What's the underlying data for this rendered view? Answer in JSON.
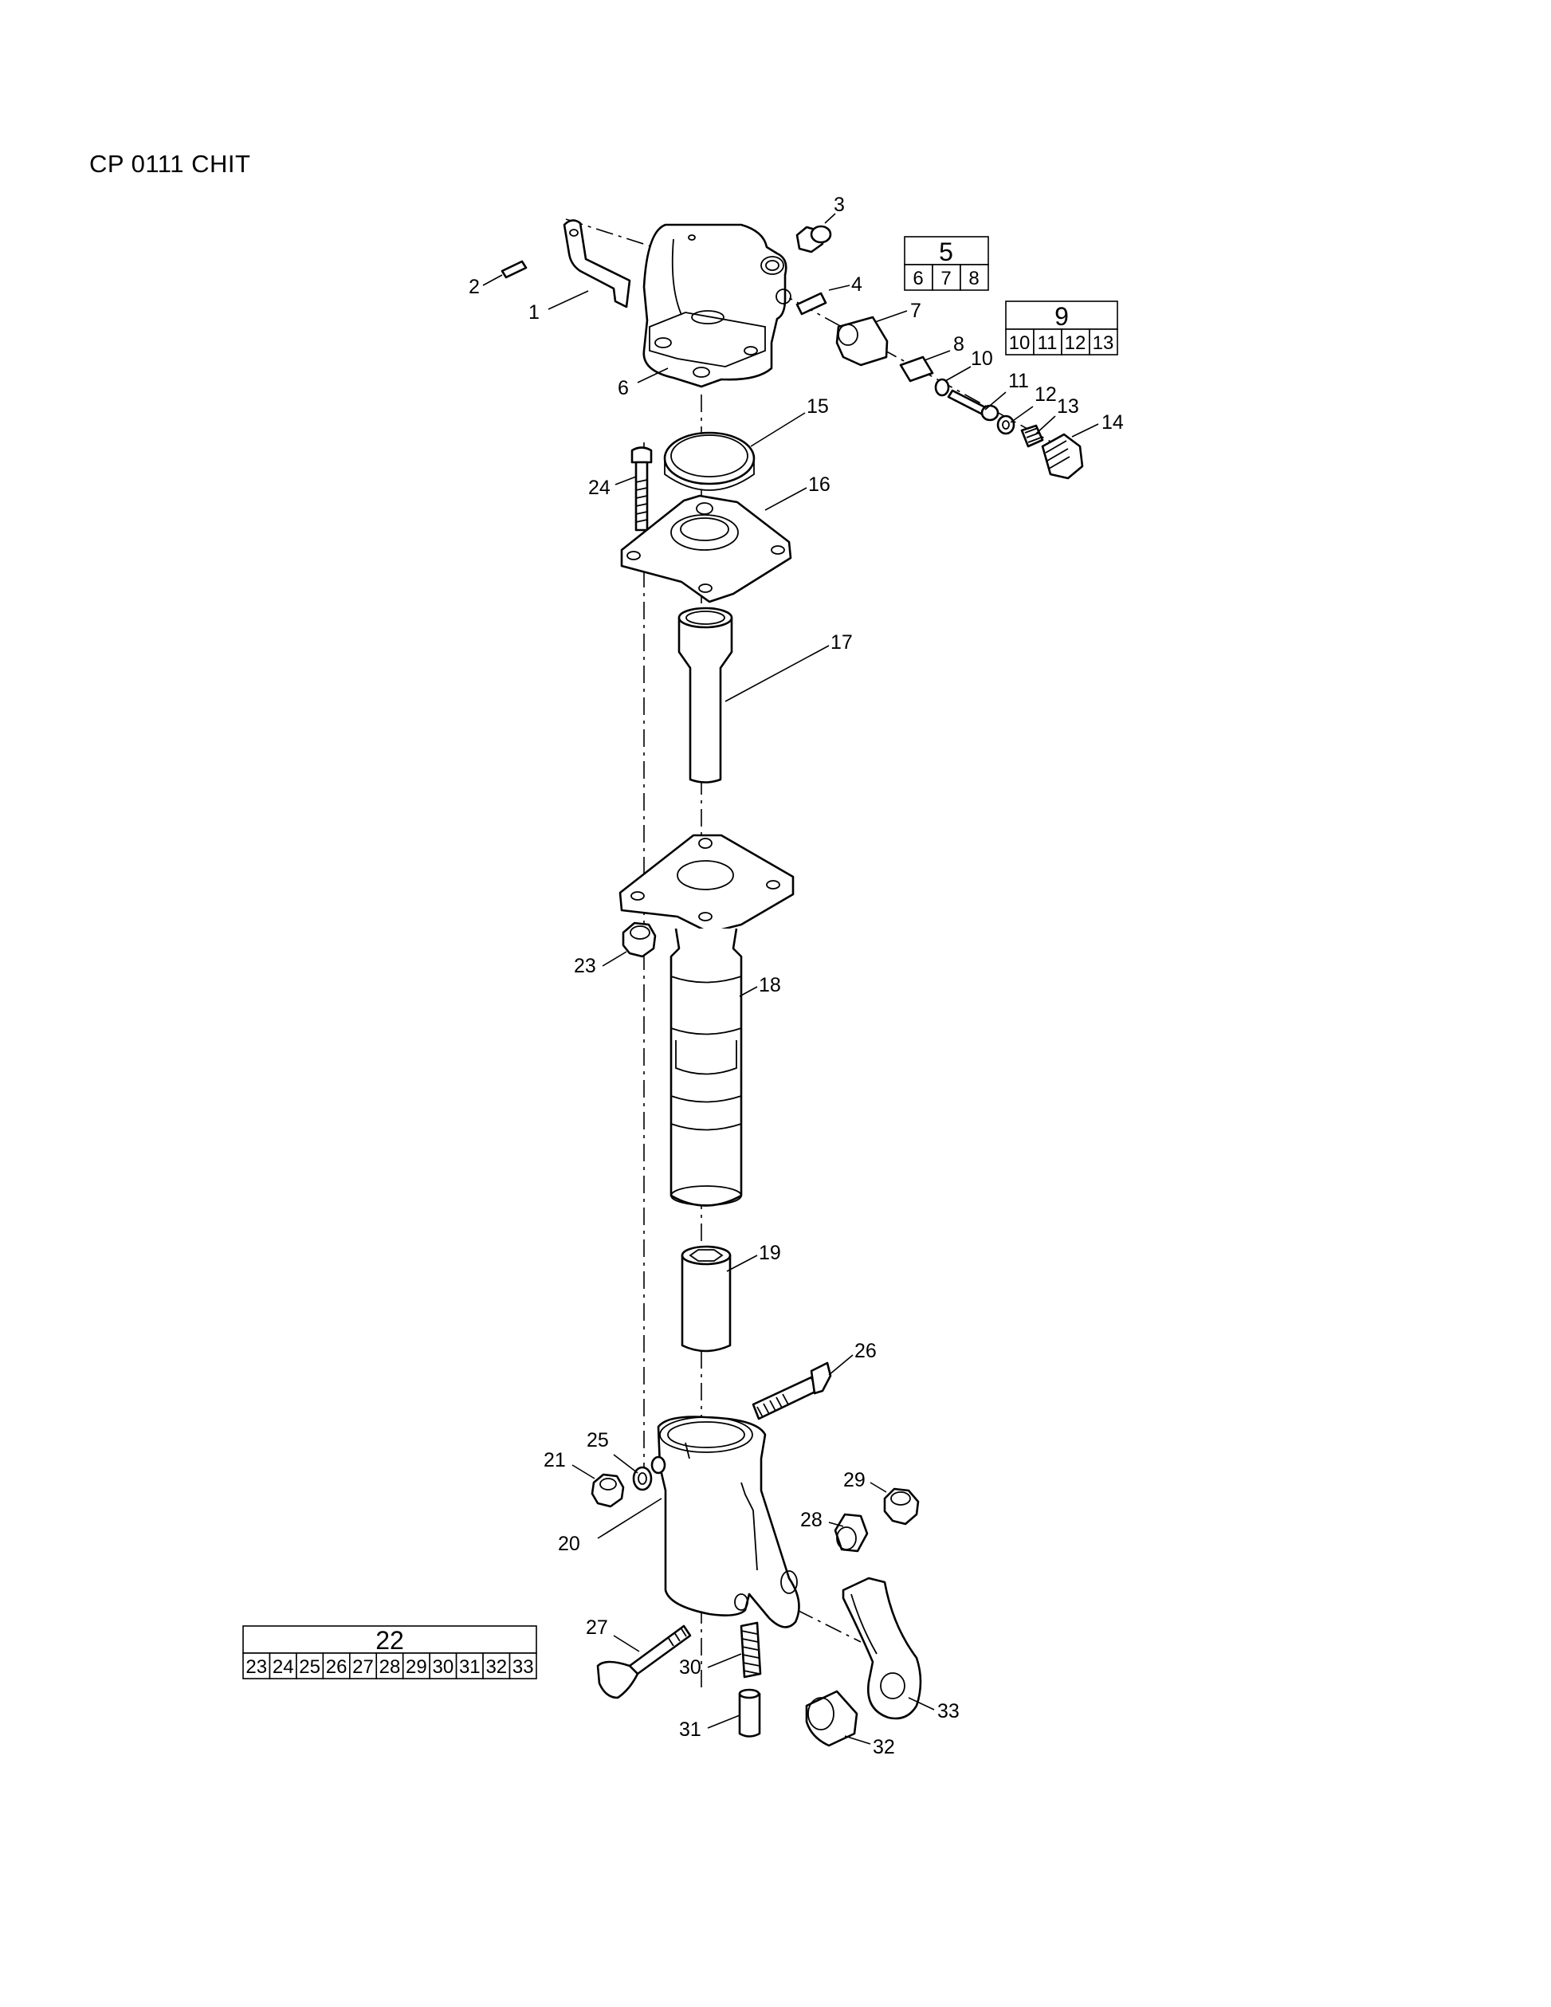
{
  "title": "CP 0111 CHIT",
  "callouts": [
    {
      "id": "c1",
      "text": "1"
    },
    {
      "id": "c2",
      "text": "2"
    },
    {
      "id": "c3",
      "text": "3"
    },
    {
      "id": "c4",
      "text": "4"
    },
    {
      "id": "c6",
      "text": "6"
    },
    {
      "id": "c7",
      "text": "7"
    },
    {
      "id": "c8",
      "text": "8"
    },
    {
      "id": "c10",
      "text": "10"
    },
    {
      "id": "c11",
      "text": "11"
    },
    {
      "id": "c12",
      "text": "12"
    },
    {
      "id": "c13",
      "text": "13"
    },
    {
      "id": "c14",
      "text": "14"
    },
    {
      "id": "c15",
      "text": "15"
    },
    {
      "id": "c16",
      "text": "16"
    },
    {
      "id": "c17",
      "text": "17"
    },
    {
      "id": "c18",
      "text": "18"
    },
    {
      "id": "c19",
      "text": "19"
    },
    {
      "id": "c20",
      "text": "20"
    },
    {
      "id": "c21",
      "text": "21"
    },
    {
      "id": "c23",
      "text": "23"
    },
    {
      "id": "c24",
      "text": "24"
    },
    {
      "id": "c25",
      "text": "25"
    },
    {
      "id": "c26",
      "text": "26"
    },
    {
      "id": "c27",
      "text": "27"
    },
    {
      "id": "c28",
      "text": "28"
    },
    {
      "id": "c29",
      "text": "29"
    },
    {
      "id": "c30",
      "text": "30"
    },
    {
      "id": "c31",
      "text": "31"
    },
    {
      "id": "c32",
      "text": "32"
    },
    {
      "id": "c33",
      "text": "33"
    }
  ],
  "kits": [
    {
      "id": "kit5",
      "header": "5",
      "items": [
        "6",
        "7",
        "8"
      ]
    },
    {
      "id": "kit9",
      "header": "9",
      "items": [
        "10",
        "11",
        "12",
        "13"
      ]
    },
    {
      "id": "kit22",
      "header": "22",
      "items": [
        "23",
        "24",
        "25",
        "26",
        "27",
        "28",
        "29",
        "30",
        "31",
        "32",
        "33"
      ]
    }
  ]
}
